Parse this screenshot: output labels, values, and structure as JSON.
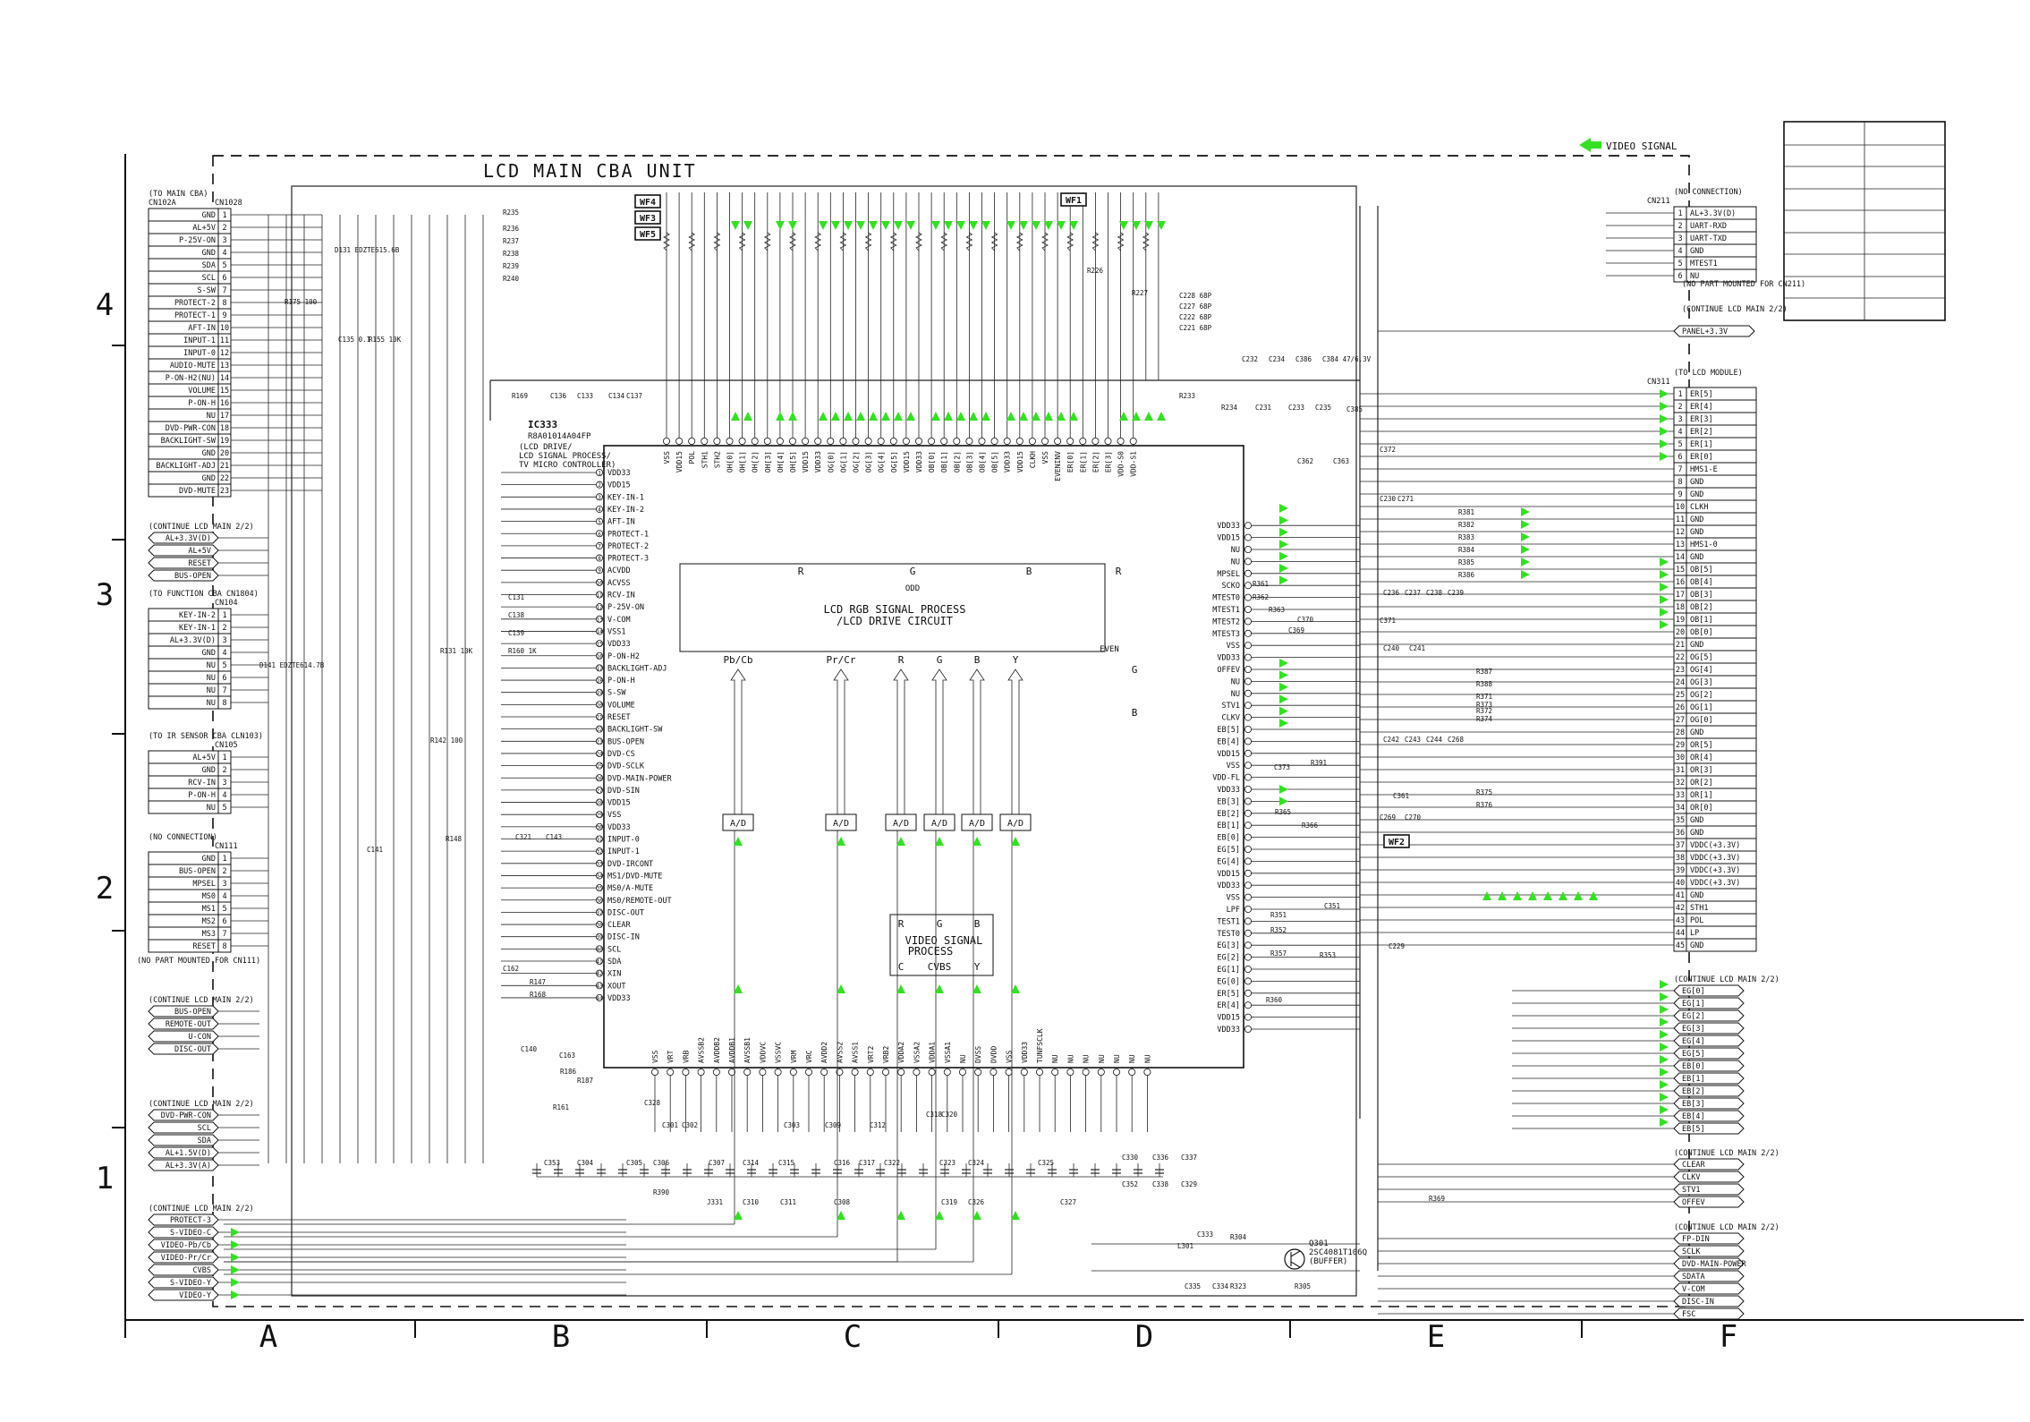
{
  "title": "LCD MAIN CBA UNIT",
  "video_signal_legend": "VIDEO SIGNAL",
  "row_numbers": [
    "4",
    "3",
    "2",
    "1"
  ],
  "column_letters": [
    "A",
    "B",
    "C",
    "D",
    "E",
    "F"
  ],
  "ic": {
    "ref": "IC333",
    "part": "R8A01014A04FP",
    "function": [
      "(LCD DRIVE/",
      "LCD SIGNAL PROCESS/",
      "TV MICRO CONTROLLER)"
    ],
    "rgb_block": [
      "LCD RGB SIGNAL PROCESS",
      "/LCD DRIVE CIRCUIT"
    ],
    "video_block": [
      "VIDEO SIGNAL",
      "PROCESS"
    ],
    "video_pins": [
      "R",
      "G",
      "B",
      "C",
      "CVBS",
      "Y"
    ],
    "rgb_inputs": [
      "Pb/Cb",
      "Pr/Cr",
      "R",
      "G",
      "B",
      "Y"
    ],
    "adc_label": "A/D",
    "top_labels": [
      "R",
      "G",
      "B",
      "R"
    ],
    "odd": "ODD",
    "even": "EVEN",
    "left_pins": [
      "VDD33",
      "VDD15",
      "KEY-IN-1",
      "KEY-IN-2",
      "AFT-IN",
      "PROTECT-1",
      "PROTECT-2",
      "PROTECT-3",
      "ACVDD",
      "ACVSS",
      "RCV-IN",
      "P-25V-ON",
      "V-COM",
      "VSS1",
      "VDD33",
      "P-ON-H2",
      "BACKLIGHT-ADJ",
      "P-ON-H",
      "S-SW",
      "VOLUME",
      "RESET",
      "BACKLIGHT-SW",
      "BUS-OPEN",
      "DVD-CS",
      "DVD-SCLK",
      "DVD-MAIN-POWER",
      "DVD-SIN",
      "VDD15",
      "VSS",
      "VDD33",
      "INPUT-0",
      "INPUT-1",
      "DVD-IRCONT",
      "MS1/DVD-MUTE",
      "MS0/A-MUTE",
      "MS0/REMOTE-OUT",
      "DISC-OUT",
      "CLEAR",
      "DISC-IN",
      "SCL",
      "SDA",
      "XIN",
      "XOUT",
      "VDD33"
    ],
    "right_pins": [
      "VDD33",
      "VDD15",
      "ER[4]",
      "ER[5]",
      "EG[0]",
      "EG[1]",
      "EG[2]",
      "EG[3]",
      "TEST0",
      "TEST1",
      "LPF",
      "VSS",
      "VDD33",
      "VDD15",
      "EG[4]",
      "EG[5]",
      "EB[0]",
      "EB[1]",
      "EB[2]",
      "EB[3]",
      "VDD33",
      "VDD-FL",
      "VSS",
      "VDD15",
      "EB[4]",
      "EB[5]",
      "CLKV",
      "STV1",
      "NU",
      "NU",
      "OFFEV",
      "VDD33",
      "VSS",
      "MTEST3",
      "MTEST2",
      "MTEST1",
      "MTEST0",
      "SCKO",
      "MPSEL",
      "NU",
      "NU",
      "VDD15",
      "VDD33"
    ],
    "top_pins": [
      "VSS",
      "VDD15",
      "POL",
      "STH1",
      "STH2",
      "OH[0]",
      "OH[1]",
      "OH[2]",
      "OH[3]",
      "OH[4]",
      "OH[5]",
      "VDD15",
      "VDD33",
      "OG[0]",
      "OG[1]",
      "OG[2]",
      "OG[3]",
      "OG[4]",
      "OG[5]",
      "VDD15",
      "VDD33",
      "OB[0]",
      "OB[1]",
      "OB[2]",
      "OB[3]",
      "OB[4]",
      "OB[5]",
      "VDD33",
      "VDD15",
      "CLKH",
      "VSS",
      "EVENINV",
      "ER[0]",
      "ER[1]",
      "ER[2]",
      "ER[3]",
      "VDD-S0",
      "VDD-S1"
    ],
    "bottom_pins": [
      "VSS",
      "VRT",
      "VRB",
      "AVSSB2",
      "AVDDB2",
      "AVDDB1",
      "AVSSB1",
      "VDDVC",
      "VSSVC",
      "VRM",
      "VRC",
      "AVDD2",
      "AVSS2",
      "AVSS1",
      "VRT2",
      "VRB2",
      "VDDA2",
      "VSSA2",
      "VDDA1",
      "VSSA1",
      "NU",
      "DVSS",
      "DVDD",
      "VSS",
      "VDD33",
      "TUNFSCLK",
      "NU",
      "NU",
      "NU",
      "NU",
      "NU",
      "NU",
      "NU"
    ]
  },
  "connectors": {
    "cn1028": {
      "note": "(TO MAIN CBA)",
      "sub": "CN102A",
      "ref": "CN1028",
      "pins": [
        "GND",
        "AL+5V",
        "P-25V-ON",
        "GND",
        "SDA",
        "SCL",
        "S-SW",
        "PROTECT-2",
        "PROTECT-1",
        "AFT-IN",
        "INPUT-1",
        "INPUT-0",
        "AUDIO-MUTE",
        "P-ON-H2(NU)",
        "VOLUME",
        "P-ON-H",
        "NU",
        "DVD-PWR-CON",
        "BACKLIGHT-SW",
        "GND",
        "BACKLIGHT-ADJ",
        "GND",
        "DVD-MUTE"
      ]
    },
    "cn1028_b": {
      "note": "(CONTINUE LCD MAIN 2/2)",
      "pins": [
        "AL+3.3V(D)",
        "AL+5V",
        "RESET",
        "BUS-OPEN"
      ]
    },
    "cn104": {
      "note": "(TO FUNCTION CBA CN1804)",
      "ref": "CN104",
      "pins": [
        "KEY-IN-2",
        "KEY-IN-1",
        "AL+3.3V(D)",
        "GND",
        "NU",
        "NU",
        "NU",
        "NU"
      ]
    },
    "cn105": {
      "note": "(TO IR SENSOR CBA CLN103)",
      "ref": "CN105",
      "pins": [
        "AL+5V",
        "GND",
        "RCV-IN",
        "P-ON-H",
        "NU"
      ]
    },
    "cn111": {
      "note": "(NO CONNECTION)",
      "ref": "CN111",
      "pins": [
        "GND",
        "BUS-OPEN",
        "MPSEL",
        "MS0",
        "MS1",
        "MS2",
        "MS3",
        "RESET"
      ],
      "extra": "(NO PART MOUNTED FOR CN111)"
    },
    "cn_left_lower": {
      "note": "(CONTINUE LCD MAIN 2/2)",
      "pins": [
        "BUS-OPEN",
        "REMOTE-OUT",
        "U-CON",
        "DISC-OUT"
      ]
    },
    "cn_left_dvd": {
      "note": "(CONTINUE LCD MAIN 2/2)",
      "pins": [
        "DVD-PWR-CON",
        "SCL",
        "SDA",
        "AL+1.5V(D)",
        "AL+3.3V(A)"
      ]
    },
    "cn_left_video": {
      "note": "(CONTINUE LCD MAIN 2/2)",
      "pins": [
        "PROTECT-3",
        "S-VIDEO-C",
        "VIDEO-Pb/Cb",
        "VIDEO-Pr/Cr",
        "CVBS",
        "S-VIDEO-Y",
        "VIDEO-Y"
      ]
    },
    "cn211": {
      "note": "(NO CONNECTION)",
      "ref": "CN211",
      "pins": [
        "AL+3.3V(D)",
        "UART-RXD",
        "UART-TXD",
        "GND",
        "MTEST1",
        "NU"
      ],
      "extra": [
        "(NO PART MOUNTED FOR CN211)",
        "(CONTINUE LCD MAIN 2/2)"
      ],
      "panel": "PANEL+3.3V"
    },
    "cn311": {
      "note": "(TO LCD MODULE)",
      "ref": "CN311",
      "pins": [
        "ER[5]",
        "ER[4]",
        "ER[3]",
        "ER[2]",
        "ER[1]",
        "ER[0]",
        "HMS1-E",
        "GND",
        "GND",
        "CLKH",
        "GND",
        "GND",
        "HMS1-0",
        "GND",
        "OB[5]",
        "OB[4]",
        "OB[3]",
        "OB[2]",
        "OB[1]",
        "OB[0]",
        "GND",
        "OG[5]",
        "OG[4]",
        "OG[3]",
        "OG[2]",
        "OG[1]",
        "OG[0]",
        "GND",
        "OR[5]",
        "OR[4]",
        "OR[3]",
        "OR[2]",
        "OR[1]",
        "OR[0]",
        "GND",
        "GND",
        "VDDC(+3.3V)",
        "VDDC(+3.3V)",
        "VDDC(+3.3V)",
        "VDDC(+3.3V)",
        "GND",
        "STH1",
        "POL",
        "LP",
        "GND"
      ]
    },
    "right_bus": {
      "note": "(CONTINUE LCD MAIN 2/2)",
      "pins": [
        "EG[0]",
        "EG[1]",
        "EG[2]",
        "EG[3]",
        "EG[4]",
        "EG[5]",
        "EB[0]",
        "EB[1]",
        "EB[2]",
        "EB[3]",
        "EB[4]",
        "EB[5]"
      ]
    },
    "right_ctrl": {
      "note": "(CONTINUE LCD MAIN 2/2)",
      "pins": [
        "CLEAR",
        "CLKV",
        "STV1",
        "OFFEV"
      ]
    },
    "right_fp": {
      "note": "(CONTINUE LCD MAIN 2/2)",
      "pins": [
        "FP-DIN",
        "SCLK",
        "DVD-MAIN-POWER",
        "SDATA",
        "V-COM",
        "DISC-IN",
        "FSC"
      ]
    }
  },
  "waveforms": [
    "WF1",
    "WF2",
    "WF4",
    "WF3",
    "WF5"
  ],
  "transistor": [
    "Q301",
    "2SC4081T106Q",
    "(BUFFER)"
  ],
  "components": [
    "D131 EDZTE615.6B",
    "D141 EDZTE614.7B",
    "R175 100",
    "R235",
    "R236",
    "R237",
    "R238",
    "R239",
    "R240",
    "C135 0.1",
    "R155 10K",
    "R226",
    "R227",
    "C228 68P",
    "C227 68P",
    "C222 68P",
    "C221 68P",
    "C232",
    "C234",
    "C386",
    "C384 47/6.3V",
    "C385",
    "C361",
    "L301",
    "C333",
    "C335",
    "C334",
    "R304",
    "R323",
    "R305",
    "R369",
    "R360",
    "R353",
    "C351",
    "R351",
    "R352",
    "R357",
    "C372",
    "C371",
    "C373",
    "R391",
    "R365",
    "R366",
    "R373",
    "R374",
    "R375",
    "R376",
    "R387",
    "R388",
    "R371",
    "R372",
    "R381",
    "R382",
    "R383",
    "R384",
    "R385",
    "R386",
    "C236",
    "C237",
    "C238",
    "C239",
    "C240",
    "C241",
    "C242",
    "C243",
    "C244",
    "C268",
    "C269",
    "C270",
    "C271",
    "C230",
    "C229",
    "R390",
    "J331",
    "C310",
    "C311",
    "C308",
    "C319",
    "C326",
    "C327",
    "C330",
    "C336",
    "C337",
    "C352",
    "C338",
    "C329",
    "C353",
    "C304",
    "C305",
    "C306",
    "C307",
    "C314",
    "C315",
    "C316",
    "C317",
    "C322",
    "C323",
    "C324",
    "C325",
    "C328",
    "C301",
    "C302",
    "C303",
    "C309",
    "C312",
    "C318",
    "C320",
    "C321",
    "C143",
    "C141",
    "R148",
    "R131 10K",
    "R142 100",
    "R160 1K",
    "C131",
    "C138",
    "C139",
    "C140",
    "C163",
    "R186",
    "R187",
    "R161",
    "C162",
    "R147",
    "R168",
    "R169",
    "C133",
    "C137",
    "C136",
    "C134",
    "R233",
    "R234",
    "C231",
    "C233",
    "C235",
    "C362",
    "C363",
    "R361",
    "R362",
    "R363",
    "C369",
    "C370"
  ]
}
